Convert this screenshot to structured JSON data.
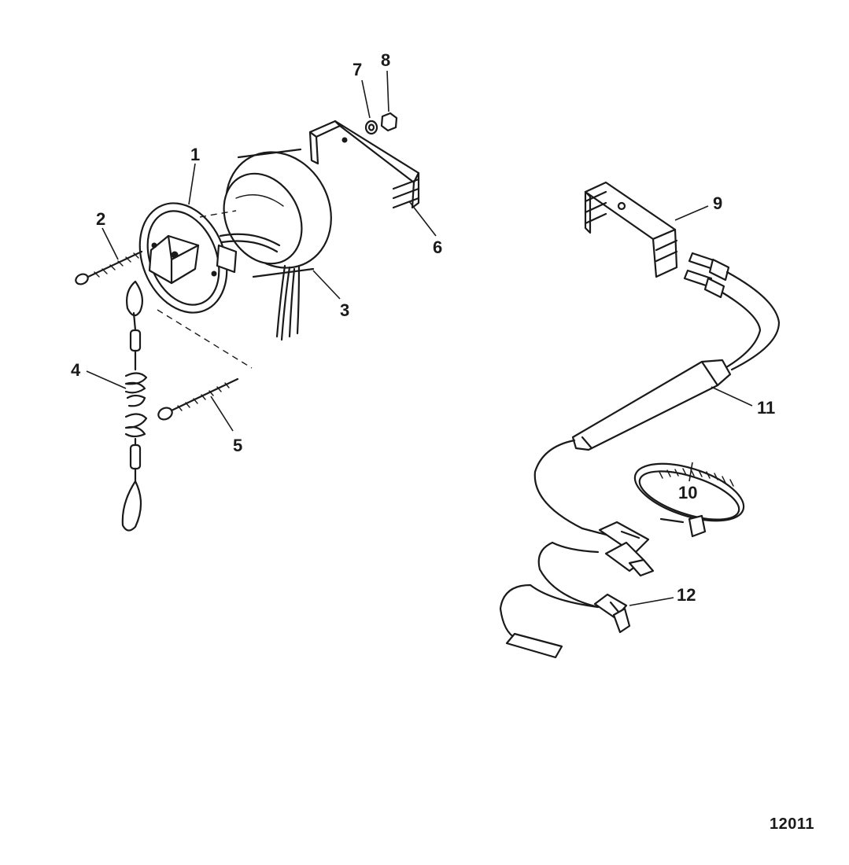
{
  "callouts": {
    "c1": "1",
    "c2": "2",
    "c3": "3",
    "c4": "4",
    "c5": "5",
    "c6": "6",
    "c7": "7",
    "c8": "8",
    "c9": "9",
    "c10": "10",
    "c11": "11",
    "c12": "12"
  },
  "drawing_number": "12011"
}
